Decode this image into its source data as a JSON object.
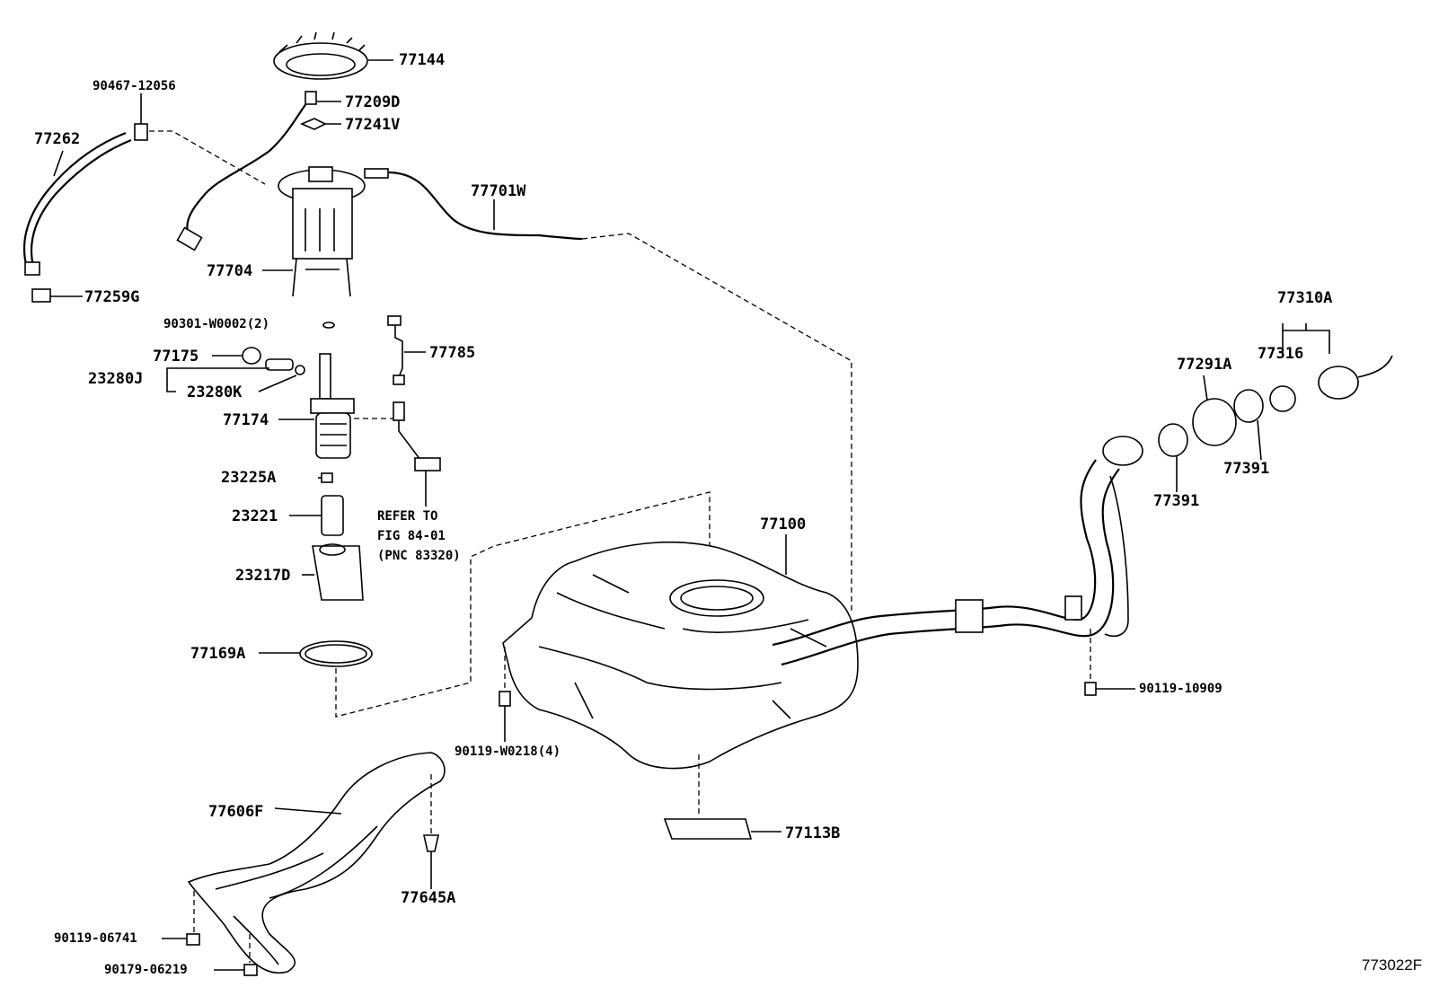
{
  "labels": {
    "p77144": "77144",
    "p90467": "90467-12056",
    "p77209d": "77209D",
    "p77241v": "77241V",
    "p77262": "77262",
    "p77701w": "77701W",
    "p77704": "77704",
    "p77259g": "77259G",
    "p90301": "90301-W0002(2)",
    "p77175": "77175",
    "p77785": "77785",
    "p23280j": "23280J",
    "p23280k": "23280K",
    "p77174": "77174",
    "p23225a": "23225A",
    "p23221": "23221",
    "p23217d": "23217D",
    "p77169a": "77169A",
    "refer1": "REFER TO",
    "refer2": "FIG 84-01",
    "refer3": "(PNC 83320)",
    "p77100": "77100",
    "p77310a": "77310A",
    "p77316": "77316",
    "p77291a": "77291A",
    "p77391a": "77391",
    "p77391b": "77391",
    "p90119_10909": "90119-10909",
    "p90119_w0218": "90119-W0218(4)",
    "p77606f": "77606F",
    "p77113b": "77113B",
    "p77645a": "77645A",
    "p90119_06741": "90119-06741",
    "p90179_06219": "90179-06219",
    "figure_id": "773022F"
  }
}
